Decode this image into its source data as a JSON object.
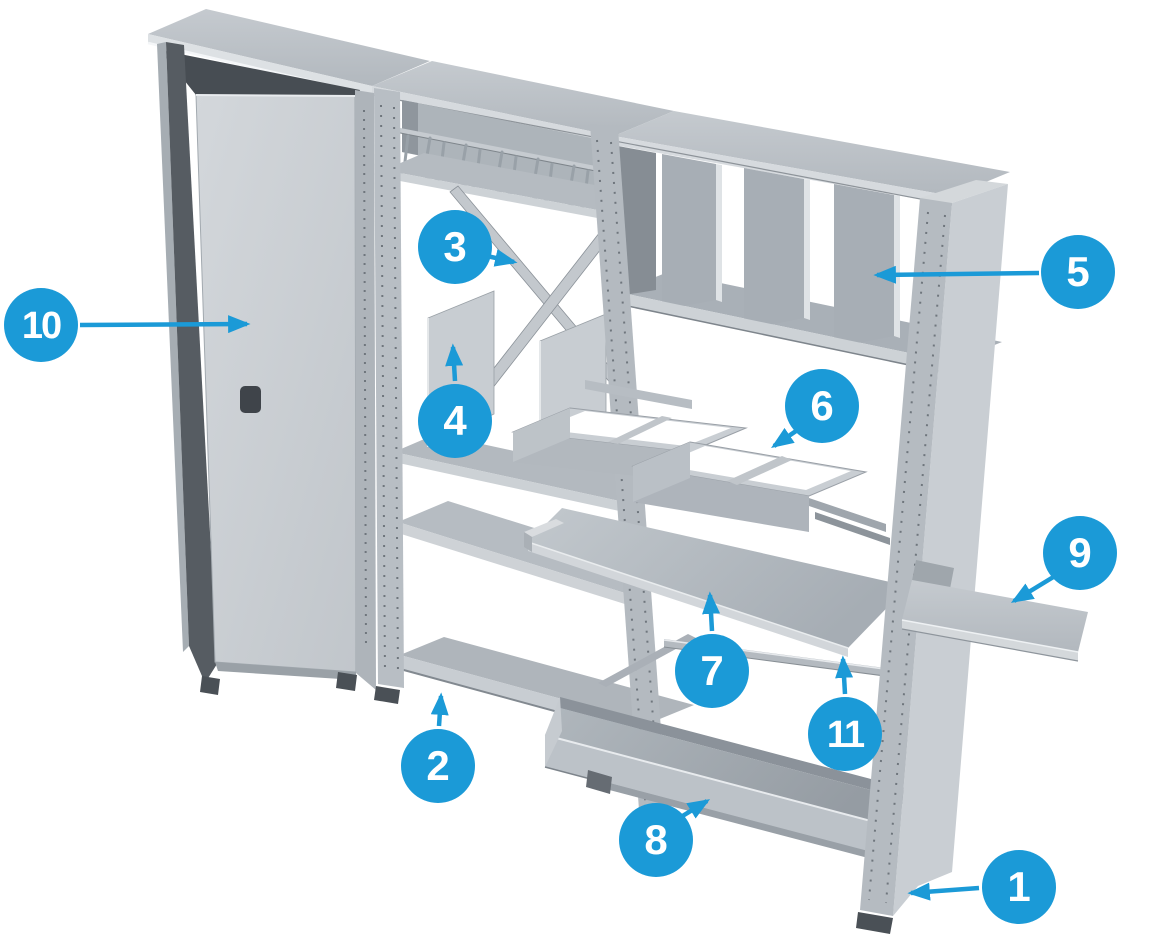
{
  "diagram": {
    "title": "shelving-unit-parts-diagram",
    "background": "#ffffff",
    "accent": "#1b9ad7",
    "badge_text_color": "#ffffff",
    "steel_light": "#ccd1d6",
    "steel_mid": "#b4bac0",
    "steel_dark": "#878e95",
    "steel_edge": "#565c62"
  },
  "callouts": [
    {
      "label": "1"
    },
    {
      "label": "2"
    },
    {
      "label": "3"
    },
    {
      "label": "4"
    },
    {
      "label": "5"
    },
    {
      "label": "6"
    },
    {
      "label": "7"
    },
    {
      "label": "8"
    },
    {
      "label": "9"
    },
    {
      "label": "10"
    },
    {
      "label": "11"
    }
  ]
}
